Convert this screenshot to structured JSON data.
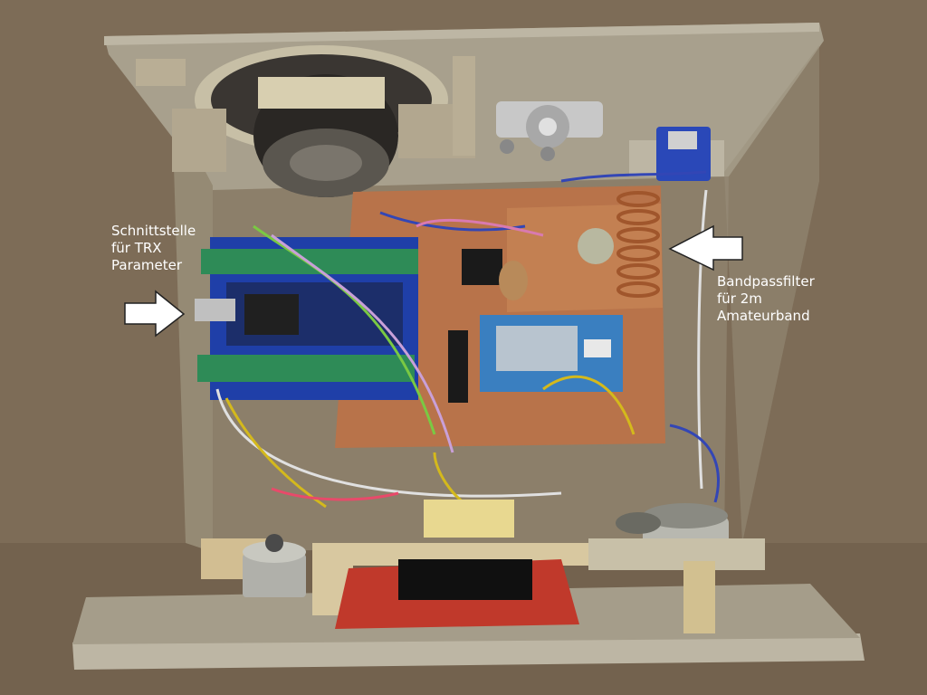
{
  "annotations": {
    "left": {
      "lines": [
        "Schnittstelle",
        "für TRX",
        "Parameter"
      ],
      "arrow_direction": "right"
    },
    "right": {
      "lines": [
        "Bandpassfilter",
        "für 2m",
        "Amateurband"
      ],
      "arrow_direction": "left"
    }
  },
  "colors": {
    "background_wood": "#7a6a55",
    "enclosure_board": "#9a8e7a",
    "copper_board": "#b8734a",
    "arduino_blue": "#1f3fa8",
    "terminal_green": "#2e8b57",
    "module_blue": "#3a7fc0",
    "breakout_red": "#c0392b",
    "caption_text": "#ffffff"
  },
  "components": {
    "speaker": "speaker",
    "microcontroller": "arduino-nano-on-terminal-shield",
    "rf_module": "transceiver-module",
    "coil": "air-core-coil",
    "usb_port": "mini-usb-port",
    "breakout": "red-breakout-board"
  }
}
